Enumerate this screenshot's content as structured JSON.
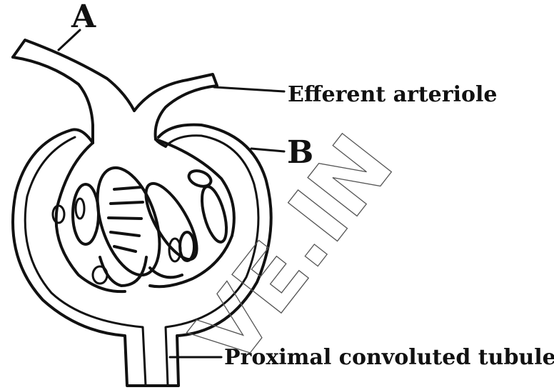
{
  "labels": {
    "a": "A",
    "b": "B",
    "efferent": "Efferent arteriole",
    "proximal": "Proximal convoluted tubule"
  },
  "watermark": "VE.IN",
  "colors": {
    "ink": "#111111",
    "paper": "#ffffff",
    "watermark": "#555555"
  }
}
